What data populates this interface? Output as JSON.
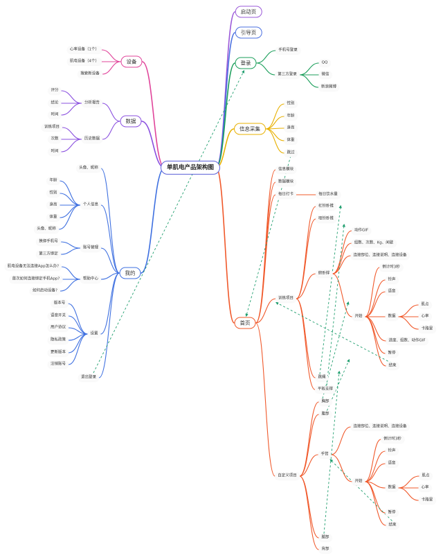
{
  "title": "单肌电产品架构图",
  "colors": {
    "left": [
      "#e0449a",
      "#8a4fdf",
      "#3d6fe0"
    ],
    "right": [
      "#9a58d8",
      "#4a6fe0",
      "#1a9e5a",
      "#e8b000",
      "#f0582a"
    ],
    "dashed": "#1f9e6e"
  },
  "left": [
    {
      "label": "设备",
      "children": [
        {
          "label": "心率设备（1个）"
        },
        {
          "label": "肌电设备（4个）"
        },
        {
          "label": "搜索新设备"
        }
      ]
    },
    {
      "label": "数据",
      "children": [
        {
          "label": "分析报告",
          "children": [
            {
              "label": "评分"
            },
            {
              "label": "结论"
            },
            {
              "label": "时间"
            }
          ]
        },
        {
          "label": "历史数据",
          "children": [
            {
              "label": "训练项目"
            },
            {
              "label": "次数"
            },
            {
              "label": "时间"
            }
          ]
        }
      ]
    },
    {
      "label": "我的",
      "children": [
        {
          "label": "头像、昵称"
        },
        {
          "label": "个人信息",
          "children": [
            {
              "label": "年龄"
            },
            {
              "label": "性别"
            },
            {
              "label": "身高"
            },
            {
              "label": "体重"
            },
            {
              "label": "头像、昵称"
            }
          ]
        },
        {
          "label": "账号管理",
          "children": [
            {
              "label": "换绑手机号"
            },
            {
              "label": "第三方绑定"
            }
          ]
        },
        {
          "label": "帮助中心",
          "children": [
            {
              "label": "肌电设备无法连接App怎么办?"
            },
            {
              "label": "首次如何连接绑定手机App?"
            },
            {
              "label": "如何启动设备?"
            }
          ]
        },
        {
          "label": "设置",
          "children": [
            {
              "label": "版本号"
            },
            {
              "label": "语音开关"
            },
            {
              "label": "用户协议"
            },
            {
              "label": "隐私政策"
            },
            {
              "label": "更新版本"
            },
            {
              "label": "注销账号"
            }
          ]
        },
        {
          "label": "退出登录"
        }
      ]
    }
  ],
  "right": [
    {
      "label": "启动页"
    },
    {
      "label": "引导页"
    },
    {
      "label": "登录",
      "children": [
        {
          "label": "手机号登录"
        },
        {
          "label": "第三方登录",
          "children": [
            {
              "label": "QQ"
            },
            {
              "label": "微信"
            },
            {
              "label": "新浪微博"
            }
          ]
        }
      ]
    },
    {
      "label": "信息采集",
      "children": [
        {
          "label": "性别"
        },
        {
          "label": "年龄"
        },
        {
          "label": "身高"
        },
        {
          "label": "体重"
        },
        {
          "label": "跳过"
        }
      ]
    },
    {
      "label": "首页",
      "children": [
        {
          "label": "信息模块"
        },
        {
          "label": "数据模块"
        },
        {
          "label": "每日打卡",
          "children": [
            {
              "label": "每日饮水量"
            }
          ]
        },
        {
          "label": "训练项目",
          "children": [
            {
              "label": "杠铃卧推"
            },
            {
              "label": "哑铃卧推"
            },
            {
              "label": "俯卧撑",
              "children": [
                {
                  "label": "动作GIF"
                },
                {
                  "label": "组数、次数、Kg、间歇"
                },
                {
                  "label": "连接部位、连接说明、连接设备"
                },
                {
                  "label": "开始",
                  "children": [
                    {
                      "label": "倒计时3秒"
                    },
                    {
                      "label": "铃声"
                    },
                    {
                      "label": "语音"
                    },
                    {
                      "label": "数据",
                      "children": [
                        {
                          "label": "肌点"
                        },
                        {
                          "label": "心率"
                        },
                        {
                          "label": "卡路里"
                        }
                      ]
                    },
                    {
                      "label": "进度、组数、动作GIF"
                    },
                    {
                      "label": "暂停"
                    },
                    {
                      "label": "结束"
                    }
                  ]
                }
              ]
            },
            {
              "label": "跳绳"
            },
            {
              "label": "平板支撑"
            }
          ]
        },
        {
          "label": "自定义项目",
          "children": [
            {
              "label": "胸部"
            },
            {
              "label": "腹部"
            },
            {
              "label": "手臂",
              "children": [
                {
                  "label": "连接部位、连接说明、连接设备"
                },
                {
                  "label": "开始",
                  "children": [
                    {
                      "label": "倒计时3秒"
                    },
                    {
                      "label": "铃声"
                    },
                    {
                      "label": "语音"
                    },
                    {
                      "label": "数据",
                      "children": [
                        {
                          "label": "肌点"
                        },
                        {
                          "label": "心率"
                        },
                        {
                          "label": "卡路里"
                        }
                      ]
                    },
                    {
                      "label": "暂停"
                    },
                    {
                      "label": "结束"
                    }
                  ]
                }
              ]
            },
            {
              "label": "腿部"
            },
            {
              "label": "背部"
            }
          ]
        }
      ]
    }
  ]
}
